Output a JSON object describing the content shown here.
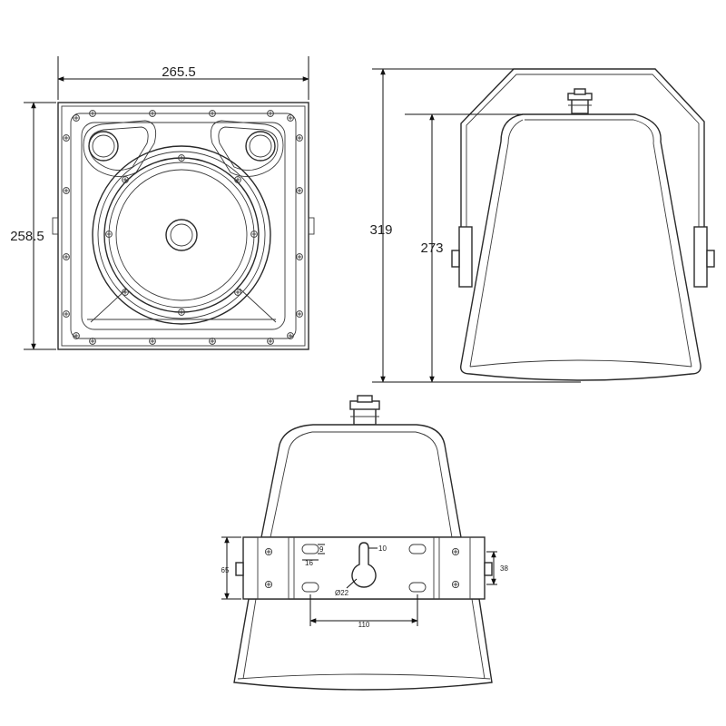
{
  "dimensions": {
    "front_width": "265.5",
    "front_height": "258.5",
    "side_total_height": "319",
    "side_body_height": "273",
    "bracket_height": "65",
    "slot_spacing": "9",
    "slot_width": "16",
    "keyhole_width": "10",
    "keyhole_diameter": "Ø22",
    "slot_center_distance": "110",
    "bolt_spacing": "38"
  },
  "colors": {
    "line": "#2a2a2a",
    "background": "#ffffff"
  }
}
